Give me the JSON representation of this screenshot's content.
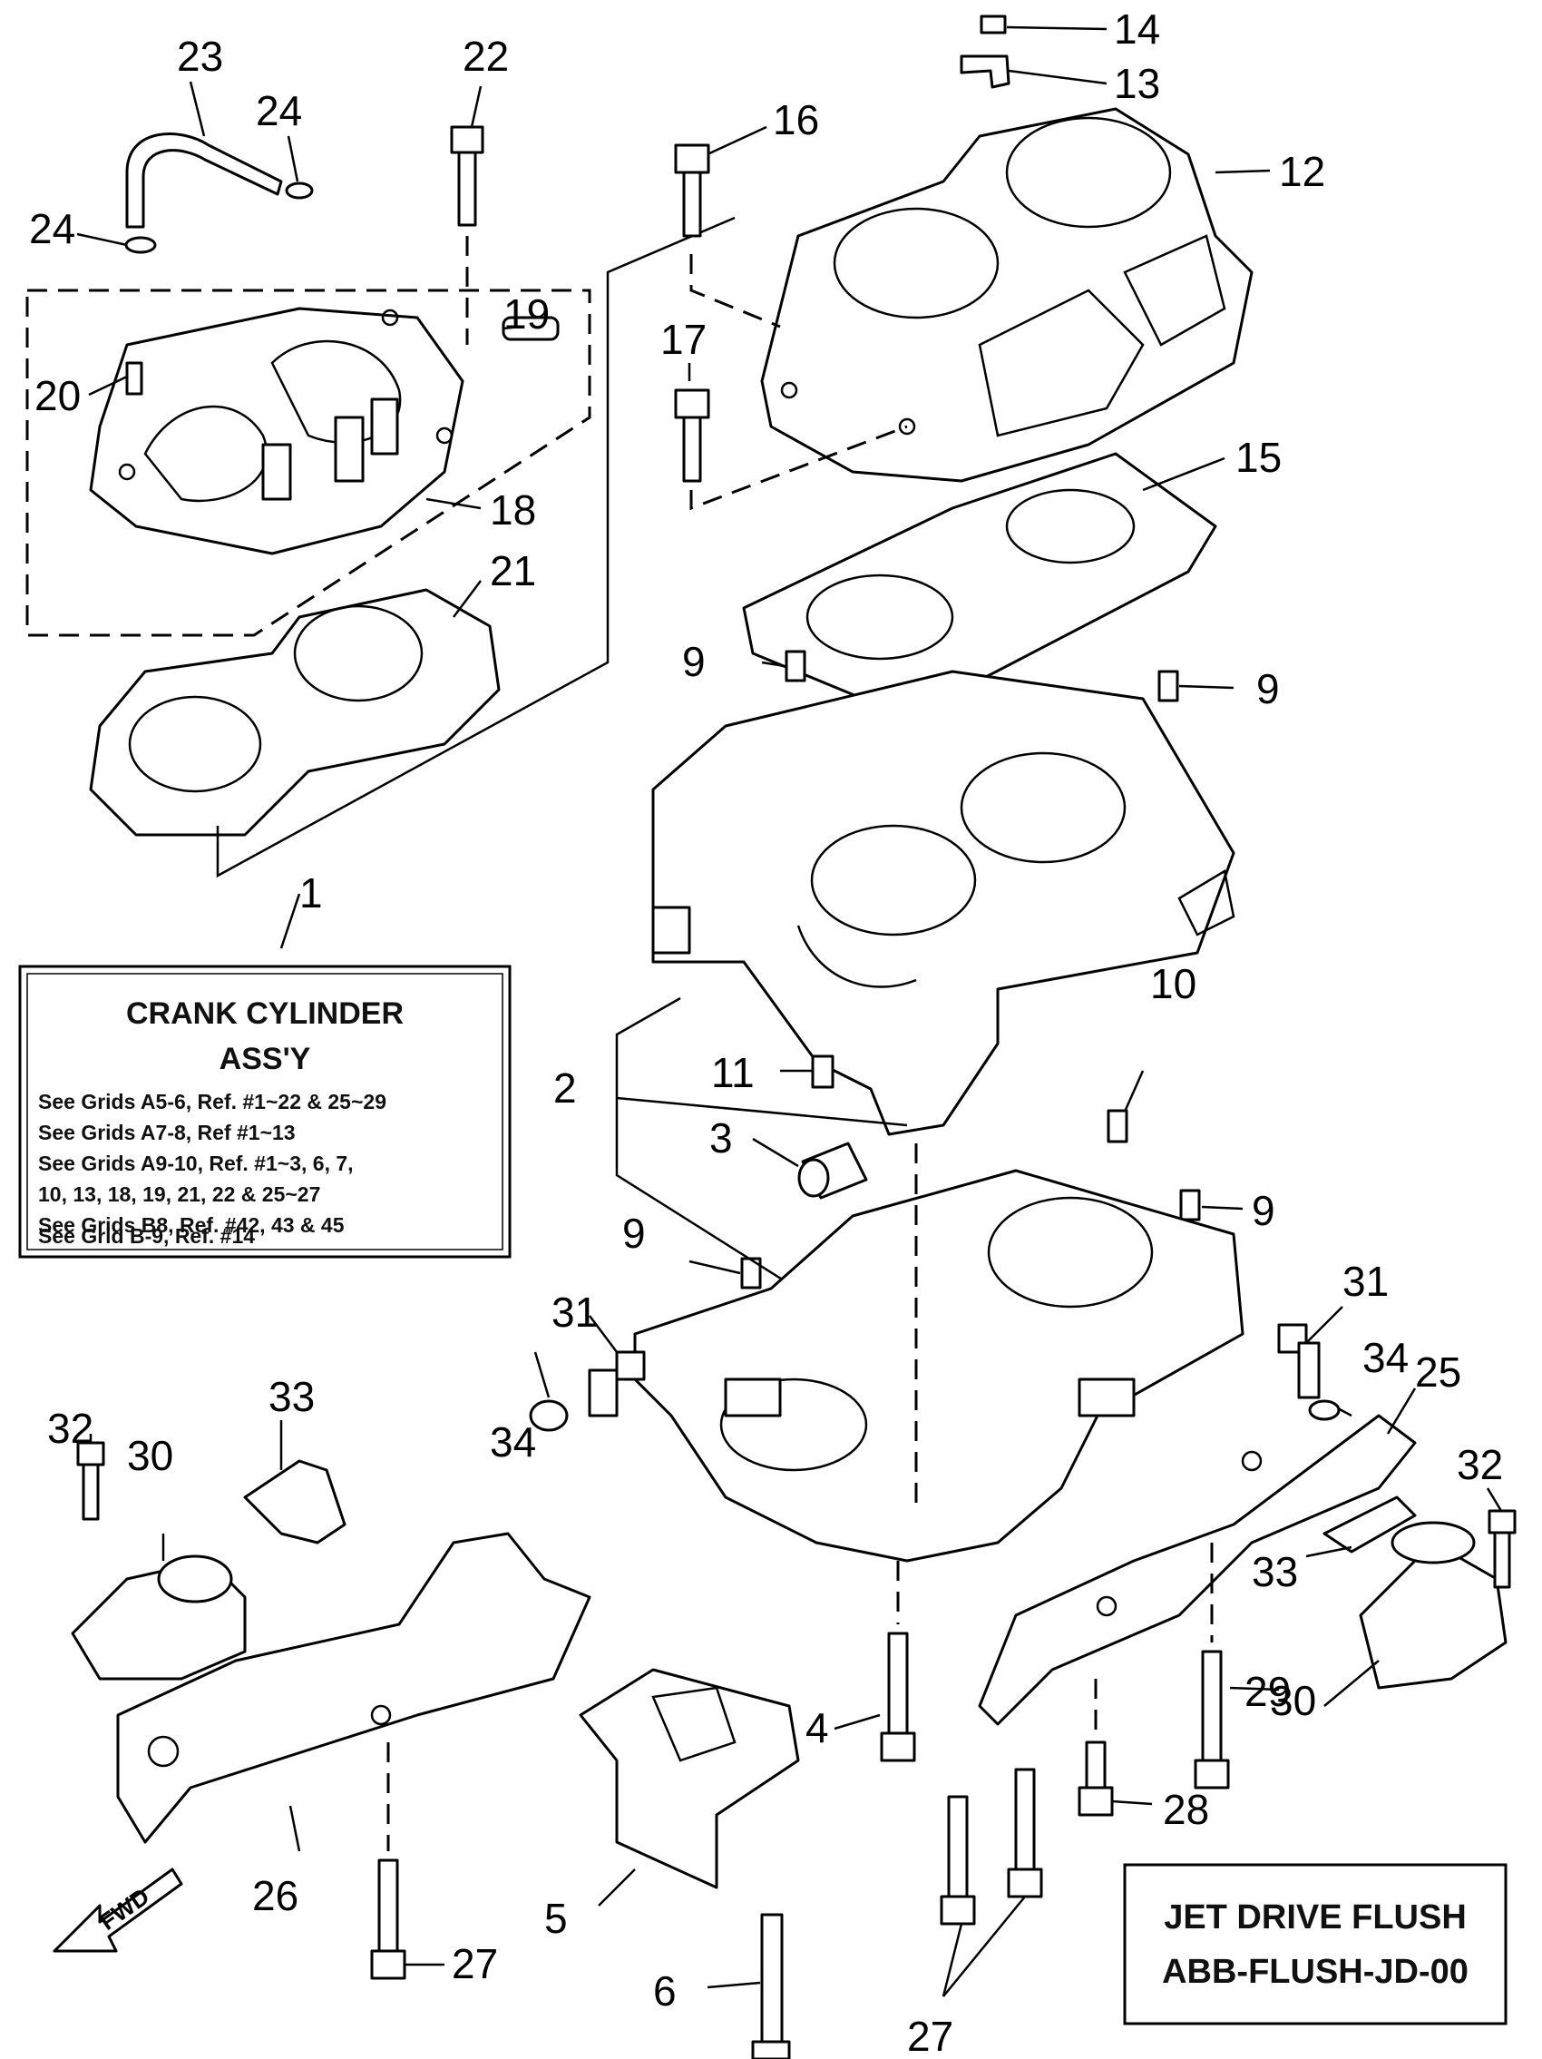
{
  "callouts": [
    "1",
    "2",
    "3",
    "4",
    "5",
    "6",
    "9",
    "9",
    "9",
    "9",
    "10",
    "11",
    "12",
    "13",
    "14",
    "15",
    "16",
    "17",
    "18",
    "19",
    "20",
    "21",
    "22",
    "23",
    "24",
    "24",
    "25",
    "26",
    "27",
    "27",
    "28",
    "29",
    "30",
    "30",
    "31",
    "31",
    "32",
    "32",
    "33",
    "33",
    "34",
    "34"
  ],
  "info_box": {
    "title_line1": "CRANK CYLINDER",
    "title_line2": "ASS'Y",
    "lines": [
      "See Grids A5-6, Ref. #1~22 & 25~29",
      "See Grids A7-8, Ref #1~13",
      "See Grids A9-10, Ref. #1~3, 6, 7,",
      "10, 13, 18, 19, 21, 22 & 25~27",
      "See Grids B8, Ref. #42, 43 & 45",
      "See Grid B-9, Ref. #14"
    ]
  },
  "flush_box": {
    "line1": "JET DRIVE FLUSH",
    "line2": "ABB-FLUSH-JD-00"
  },
  "fwd_label": "FWD"
}
